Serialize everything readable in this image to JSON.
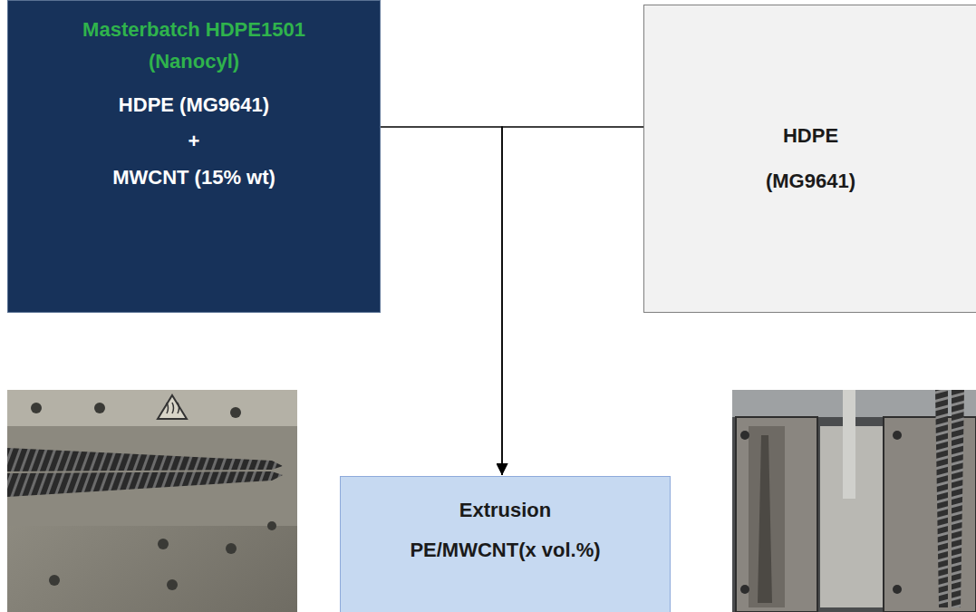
{
  "diagram": {
    "nodes": [
      {
        "text": [
          "Masterbatch HDPE1501 (Nanocyl)",
          "HDPE (MG9641)",
          "+",
          "MWCNT (15% wt)"
        ]
      },
      {
        "text": [
          "HDPE (MG9641)"
        ]
      },
      {
        "text": [
          "Extrusion",
          "PE/MWCNT(x vol.%)"
        ]
      }
    ],
    "edges": [
      {
        "from": 0,
        "to": 2,
        "arrow": "to"
      },
      {
        "from": 1,
        "to": 2,
        "arrow": "to"
      }
    ]
  }
}
